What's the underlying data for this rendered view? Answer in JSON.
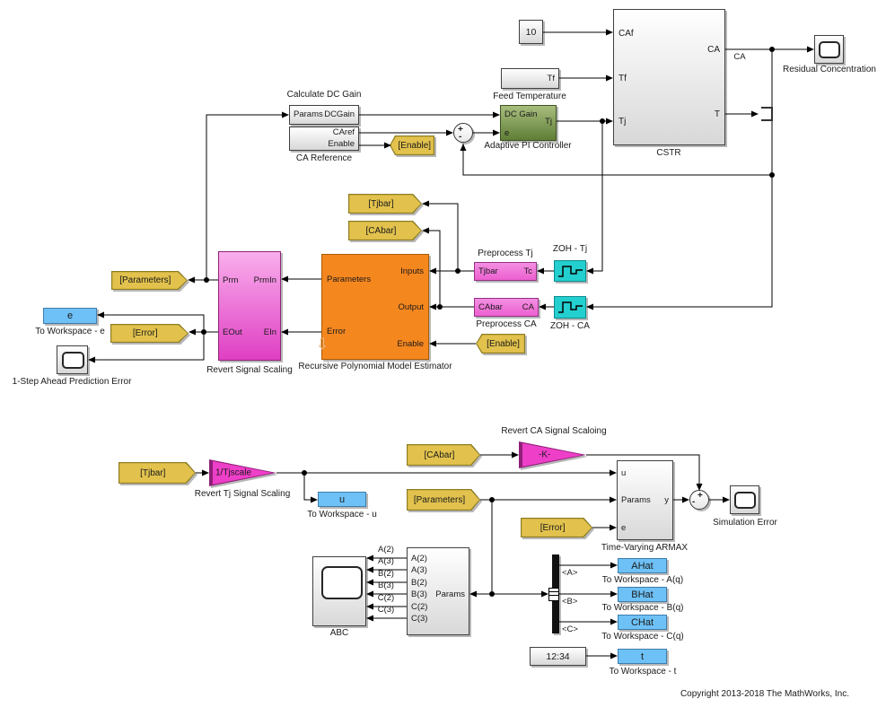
{
  "diagram": {
    "copyright": "Copyright 2013-2018 The MathWorks, Inc."
  },
  "colors": {
    "goto_tag_yellow": "#E2C24D",
    "to_workspace_blue": "#6EC1F6",
    "zoh_cyan": "#24CFCF",
    "estimator_orange": "#F5871F",
    "scaling_magenta": "#DF3FC3",
    "controller_green": "#7D9A52"
  },
  "blocks": {
    "const_caf": {
      "value": "10"
    },
    "feed_temperature": {
      "label": "Feed Temperature",
      "ports": {
        "tf": "Tf"
      }
    },
    "calculate_dc_gain": {
      "label": "Calculate DC Gain",
      "ports": {
        "params": "Params",
        "dcgain": "DCGain"
      }
    },
    "ca_reference": {
      "label": "CA Reference",
      "ports": {
        "caref": "CAref",
        "enable": "Enable"
      }
    },
    "adaptive_pi": {
      "label": "Adaptive PI Controller",
      "ports": {
        "dc_gain": "DC Gain",
        "e": "e",
        "tj": "Tj"
      }
    },
    "cstr": {
      "label": "CSTR",
      "ports": {
        "caf": "CAf",
        "tf": "Tf",
        "tj": "Tj",
        "ca": "CA",
        "t": "T"
      }
    },
    "residual_scope": {
      "label": "Residual Concentration"
    },
    "sum_ref": {
      "plus": "+",
      "minus": "-"
    },
    "preprocess_tj": {
      "label": "Preprocess Tj",
      "ports": {
        "tjbar": "Tjbar",
        "tc": "Tc"
      }
    },
    "preprocess_ca": {
      "label": "Preprocess CA",
      "ports": {
        "cabar": "CAbar",
        "ca": "CA"
      }
    },
    "zoh_tj": {
      "label": "ZOH - Tj"
    },
    "zoh_ca": {
      "label": "ZOH - CA"
    },
    "estimator": {
      "label": "Recursive Polynomial Model Estimator",
      "ports": {
        "parameters": "Parameters",
        "error": "Error",
        "inputs": "Inputs",
        "output": "Output",
        "enable": "Enable"
      }
    },
    "revert_scaling": {
      "label": "Revert Signal Scaling",
      "ports": {
        "prm": "Prm",
        "prmin": "PrmIn",
        "eout": "EOut",
        "ein": "EIn"
      }
    },
    "tw_e": {
      "value": "e",
      "label": "To Workspace - e"
    },
    "prediction_scope": {
      "label": "1-Step Ahead Prediction Error"
    },
    "gain_tj": {
      "value": "1/Tjscale",
      "label": "Revert Tj Signal Scaling"
    },
    "tw_u": {
      "value": "u",
      "label": "To Workspace - u"
    },
    "gain_ca": {
      "value": "-K-",
      "label": "Revert CA Signal Scaloing"
    },
    "armax": {
      "label": "Time-Varying ARMAX",
      "ports": {
        "u": "u",
        "params": "Params",
        "e": "e",
        "y": "y"
      }
    },
    "sum_sim": {
      "plus": "+",
      "minus": "-"
    },
    "simulation_scope": {
      "label": "Simulation Error"
    },
    "abc_scope": {
      "label": "ABC"
    },
    "params_demux": {
      "ports_left": [
        "A(2)",
        "A(3)",
        "B(2)",
        "B(3)",
        "C(2)",
        "C(3)"
      ],
      "ports": {
        "params": "Params"
      }
    },
    "bus_selector": {
      "outputs": [
        "<A>",
        "<B>",
        "<C>"
      ]
    },
    "tw_ahat": {
      "value": "AHat",
      "label": "To Workspace - A(q)"
    },
    "tw_bhat": {
      "value": "BHat",
      "label": "To Workspace - B(q)"
    },
    "tw_chat": {
      "value": "CHat",
      "label": "To Workspace - C(q)"
    },
    "clock": {
      "value": "12:34"
    },
    "tw_t": {
      "value": "t",
      "label": "To Workspace - t"
    }
  },
  "tags": {
    "goto_enable": "[Enable]",
    "goto_tjbar": "[Tjbar]",
    "goto_cabar": "[CAbar]",
    "goto_parameters": "[Parameters]",
    "goto_error": "[Error]",
    "from_enable": "[Enable]",
    "from_tjbar": "[Tjbar]",
    "from_cabar": "[CAbar]",
    "from_parameters": "[Parameters]",
    "from_error": "[Error]"
  },
  "wire_labels": {
    "ca": "CA",
    "abc": [
      "A(2)",
      "A(3)",
      "B(2)",
      "B(3)",
      "C(2)",
      "C(3)"
    ]
  }
}
